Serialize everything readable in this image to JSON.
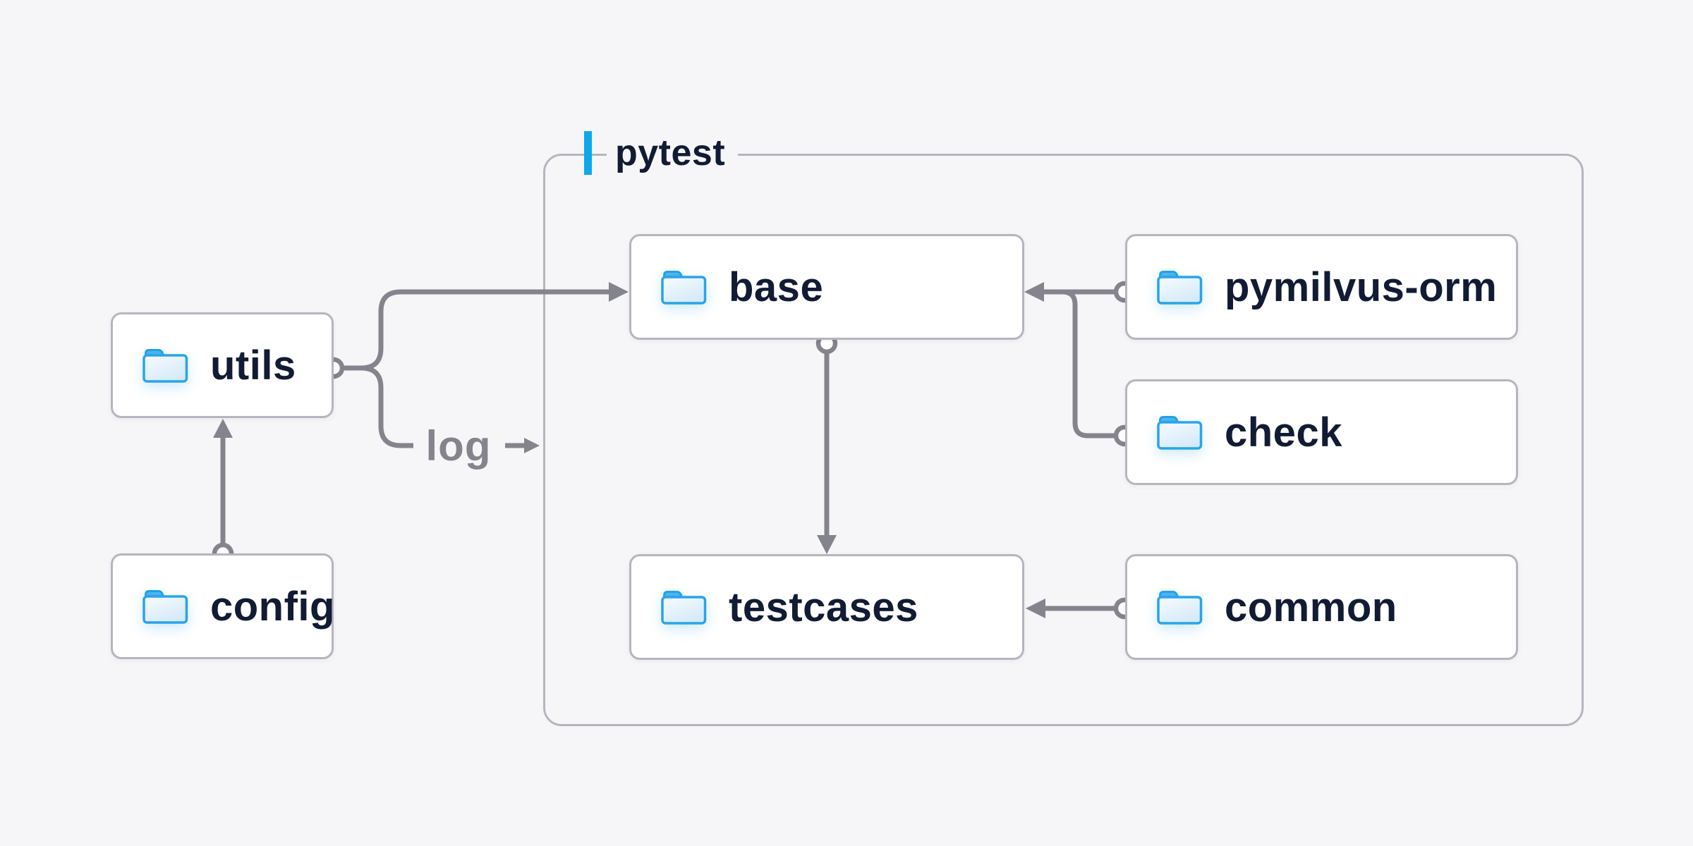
{
  "diagram": {
    "container": {
      "label": "pytest"
    },
    "nodes": [
      {
        "id": "utils",
        "label": "utils"
      },
      {
        "id": "config",
        "label": "config"
      },
      {
        "id": "base",
        "label": "base"
      },
      {
        "id": "pymilvus-orm",
        "label": "pymilvus-orm"
      },
      {
        "id": "check",
        "label": "check"
      },
      {
        "id": "testcases",
        "label": "testcases"
      },
      {
        "id": "common",
        "label": "common"
      }
    ],
    "edge_label": "log",
    "edges": [
      {
        "from": "config",
        "to": "utils"
      },
      {
        "from": "utils",
        "to": "base"
      },
      {
        "from": "utils",
        "to": "pytest-group",
        "label": "log"
      },
      {
        "from": "base",
        "to": "testcases"
      },
      {
        "from": "pymilvus-orm",
        "to": "base"
      },
      {
        "from": "check",
        "to": "base"
      },
      {
        "from": "common",
        "to": "testcases"
      }
    ],
    "icon": "folder-icon"
  },
  "theme": {
    "bg": "#f6f6f8",
    "node-bg": "#ffffff",
    "node-border": "#b5b5c0",
    "line": "#84848e",
    "text": "#111b33",
    "muted": "#84848e",
    "accent": "#0ea7e9",
    "folder-stroke": "#29a4ea"
  }
}
